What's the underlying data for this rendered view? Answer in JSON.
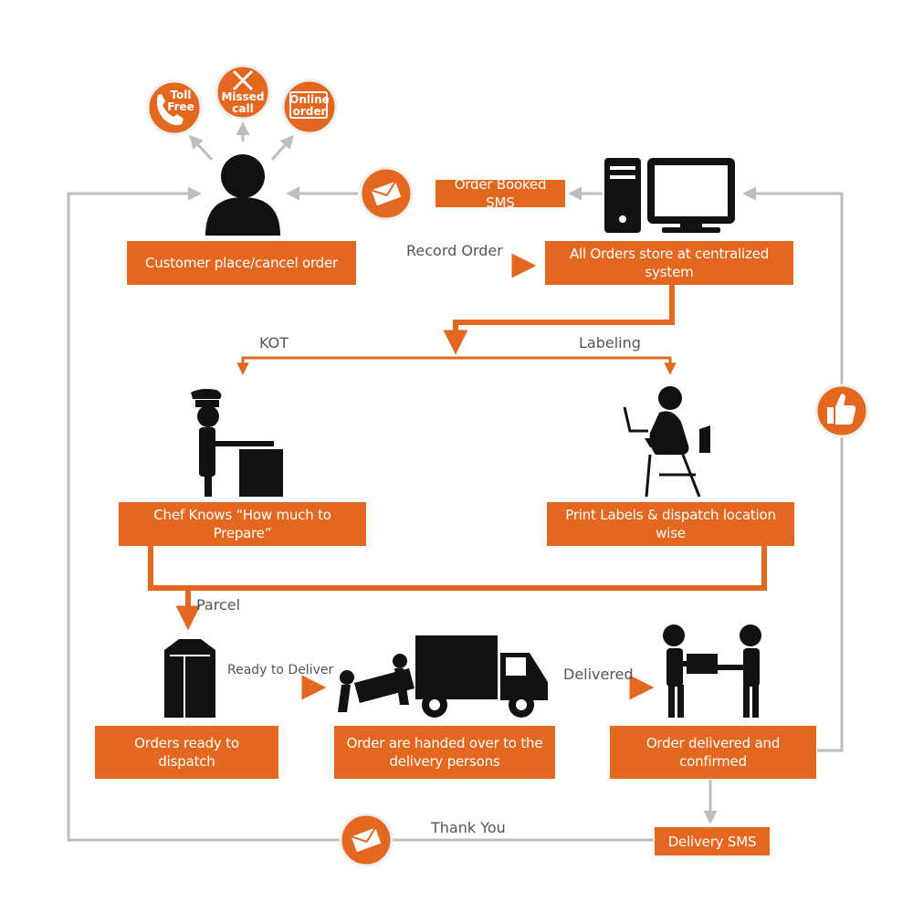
{
  "colors": {
    "accent": "#e3671f",
    "connector": "#bdbdbd",
    "icon": "#111111",
    "text": "#555555"
  },
  "channels": {
    "toll_free": {
      "icon": "phone-icon",
      "line1": "Toll",
      "line2": "Free"
    },
    "missed_call": {
      "icon": "missed-call-icon",
      "line1": "Missed",
      "line2": "call"
    },
    "online_order": {
      "icon": "monitor-icon",
      "line1": "Online",
      "line2": "order"
    }
  },
  "steps": {
    "customer": "Customer place/cancel order",
    "central": "All Orders store at centralized system",
    "order_sms": "Order Booked SMS",
    "chef": "Chef Knows “How much to Prepare”",
    "labels": "Print Labels & dispatch location wise",
    "ready": "Orders ready to dispatch",
    "handed": "Order are handed over to the delivery persons",
    "delivered": "Order delivered and confirmed",
    "delivery_sms": "Delivery SMS"
  },
  "connectors": {
    "record_order": "Record Order",
    "kot": "KOT",
    "labeling": "Labeling",
    "parcel": "Parcel",
    "ready_to_deliver": "Ready to Deliver",
    "delivered": "Delivered",
    "thank_you": "Thank You"
  },
  "icons": {
    "customer": "person-icon",
    "computer": "computer-icon",
    "sms_top": "envelope-icon",
    "sms_bottom": "envelope-icon",
    "chef": "chef-icon",
    "labeler": "person-at-laptop-icon",
    "parcel": "parcel-icon",
    "truck": "delivery-truck-icon",
    "handover": "handover-icon",
    "confirm": "thumbs-up-icon"
  }
}
